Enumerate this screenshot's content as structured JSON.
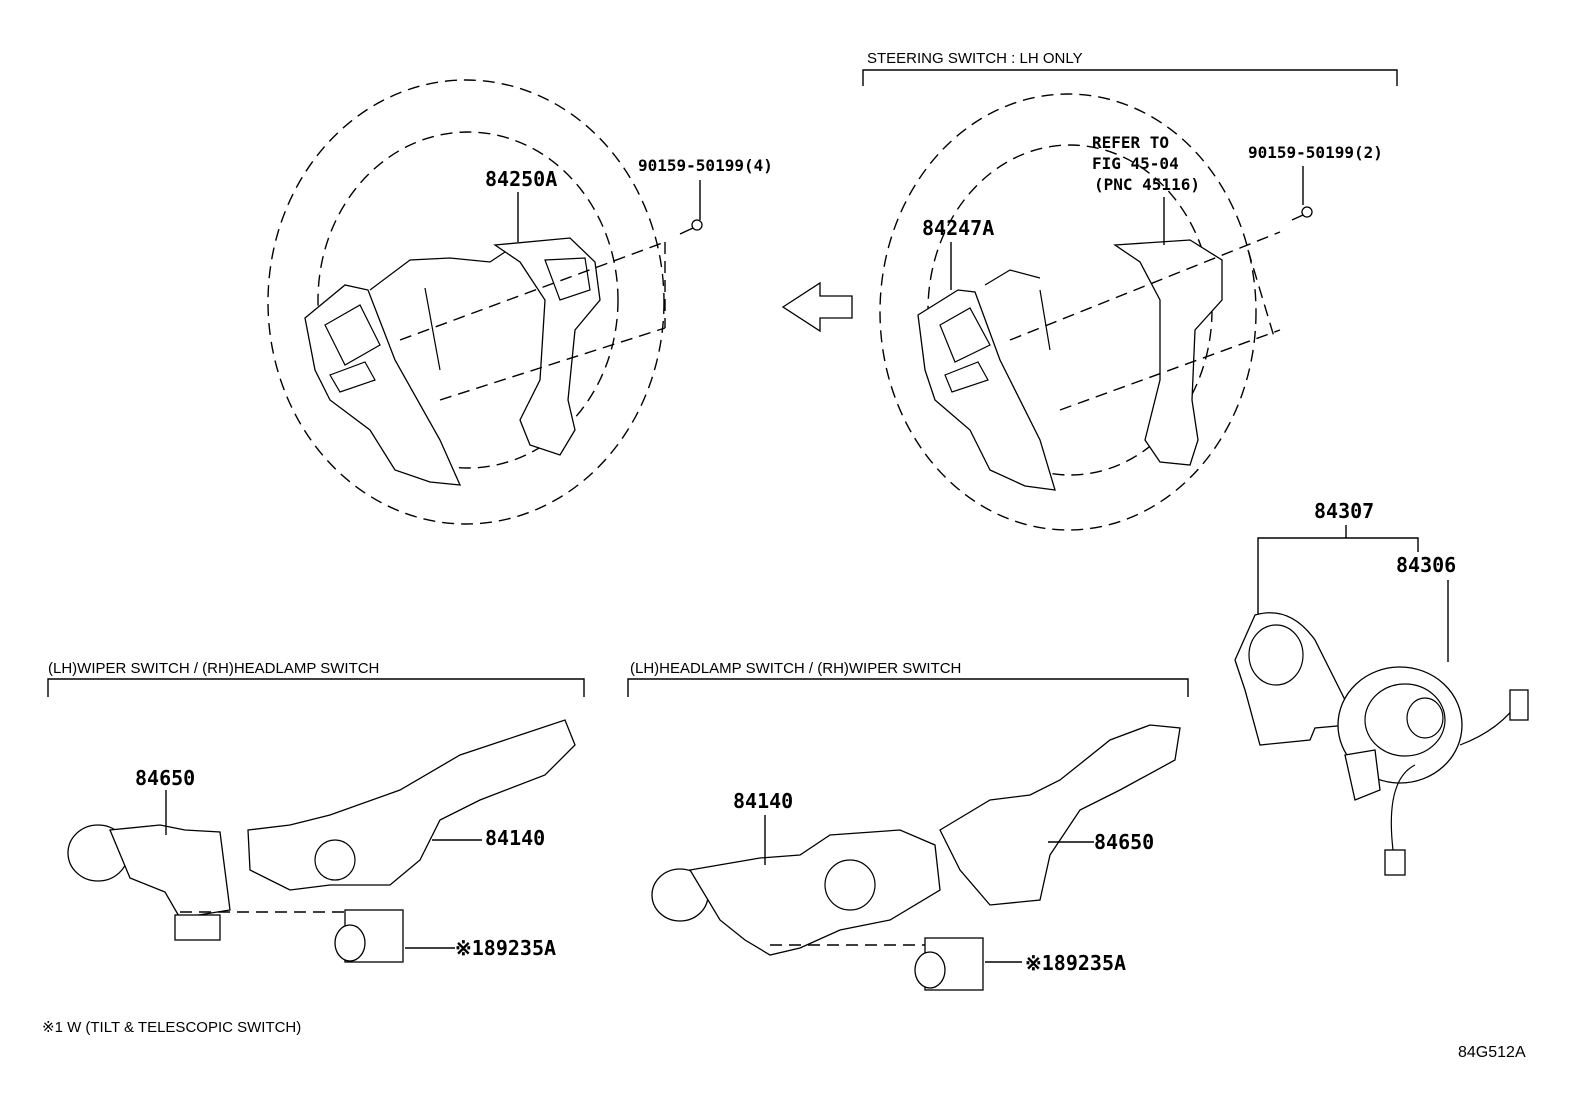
{
  "diagram": {
    "figure_code": "84G512A",
    "footnote": "※1  W (TILT & TELESCOPIC SWITCH)",
    "direction_arrow": "left-arrow",
    "groups": {
      "steering_switch_lh_only": "STEERING SWITCH : LH ONLY",
      "lh_wiper_rh_headlamp": "(LH)WIPER SWITCH  /  (RH)HEADLAMP SWITCH",
      "lh_headlamp_rh_wiper": "(LH)HEADLAMP SWITCH / (RH)WIPER SWITCH"
    },
    "callouts": {
      "wheel_left_switch": "84250A",
      "wheel_left_screw": "90159-50199(4)",
      "wheel_right_switch": "84247A",
      "wheel_right_screw": "90159-50199(2)",
      "refer_line1": "REFER TO",
      "refer_line2": "FIG 45-04",
      "refer_line3": "(PNC 45116)",
      "sensor_assy": "84307",
      "spiral_cable": "84306",
      "left_group_wiper": "84650",
      "left_group_headlamp": "84140",
      "left_group_tilt": "※189235A",
      "right_group_headlamp": "84140",
      "right_group_wiper": "84650",
      "right_group_tilt": "※189235A"
    }
  }
}
